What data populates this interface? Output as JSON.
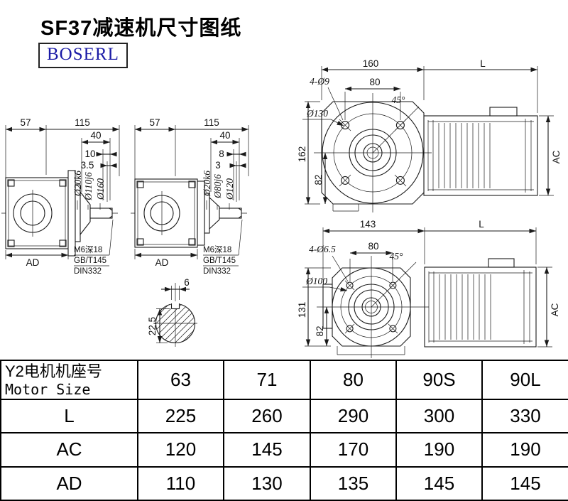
{
  "page": {
    "title": "SF37减速机尺寸图纸",
    "brand": "BOSERL"
  },
  "views": {
    "side1": {
      "d57": "57",
      "d115": "115",
      "d40": "40",
      "d10": "10",
      "d3_5": "3.5",
      "shaft": "Ø20k6",
      "pilot": "Ø110j6",
      "flange": "Ø160",
      "ad": "AD",
      "note1": "M6深18",
      "note2": "GB/T145",
      "note3": "DIN332"
    },
    "side2": {
      "d57": "57",
      "d115": "115",
      "d40": "40",
      "d8": "8",
      "d3": "3",
      "shaft": "Ø20k6",
      "pilot": "Ø80j6",
      "flange": "Ø120",
      "ad": "AD",
      "note1": "M6深18",
      "note2": "GB/T145",
      "note3": "DIN332"
    },
    "front1": {
      "d160": "160",
      "dL": "L",
      "d80": "80",
      "holes": "4-Ø9",
      "angle": "45°",
      "bolt": "Ø130",
      "d162": "162",
      "d82": "82",
      "ac": "AC"
    },
    "front2": {
      "d143": "143",
      "dL": "L",
      "d80": "80",
      "holes": "4-Ø6.5",
      "angle": "45°",
      "bolt": "Ø100",
      "d131": "131",
      "d82": "82",
      "ac": "AC"
    },
    "section": {
      "d6": "6",
      "d22_5": "22.5"
    }
  },
  "table": {
    "motor_size_cn": "Y2电机机座号",
    "motor_size_en": "Motor Size",
    "sizes": [
      "63",
      "71",
      "80",
      "90S",
      "90L"
    ],
    "rows": [
      {
        "label": "L",
        "values": [
          "225",
          "260",
          "290",
          "300",
          "330"
        ]
      },
      {
        "label": "AC",
        "values": [
          "120",
          "145",
          "170",
          "190",
          "190"
        ]
      },
      {
        "label": "AD",
        "values": [
          "110",
          "130",
          "135",
          "145",
          "145"
        ]
      }
    ]
  }
}
